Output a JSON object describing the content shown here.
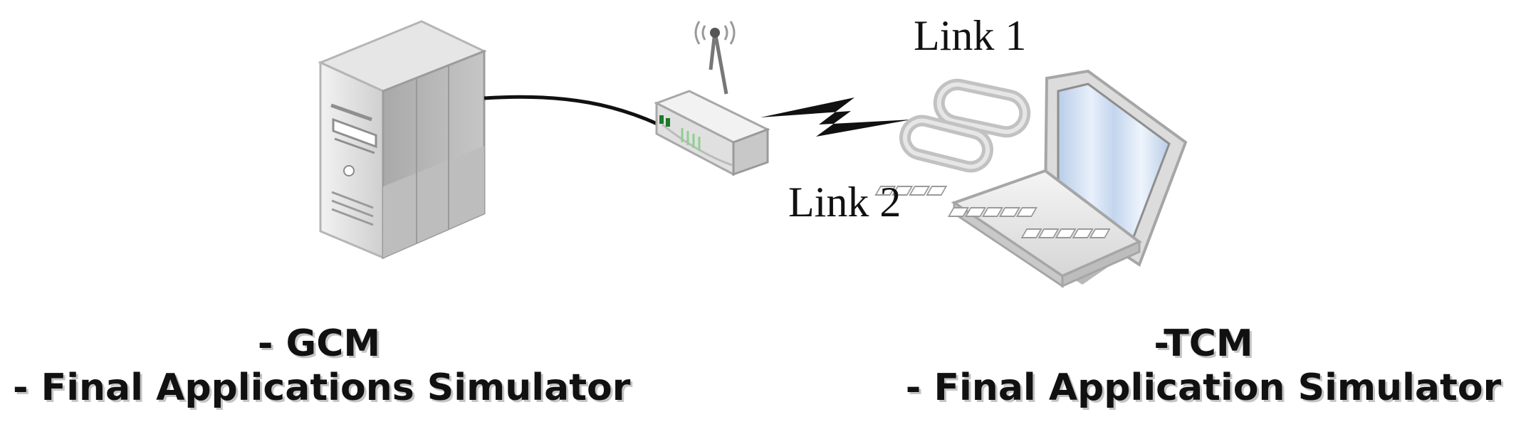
{
  "links": {
    "link1": "Link 1",
    "link2": "Link 2"
  },
  "left_caption": {
    "line1": "- GCM",
    "line2": "- Final Applications Simulator"
  },
  "right_caption": {
    "line1": "-TCM",
    "line2": "- Final Application Simulator"
  },
  "icons": [
    "server-icon",
    "wireless-router-icon",
    "laptop-icon",
    "chain-link-icon",
    "lightning-bolt-icon"
  ]
}
